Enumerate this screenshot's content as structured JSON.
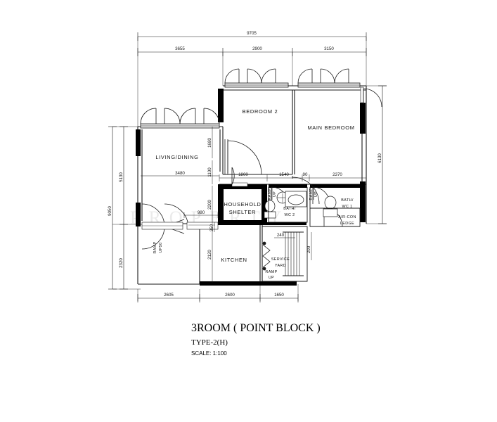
{
  "document": {
    "title_main": "3ROOM ( POINT BLOCK )",
    "title_sub": "TYPE-2(H)",
    "title_scale": "SCALE:  1:100",
    "watermark": "PROPERTY"
  },
  "rooms": [
    {
      "id": "living-dining",
      "label": "LIVING/DINING"
    },
    {
      "id": "bedroom-2",
      "label": "BEDROOM 2"
    },
    {
      "id": "main-bedroom",
      "label": "MAIN BEDROOM"
    },
    {
      "id": "household-shelter",
      "label_line1": "HOUSEHOLD",
      "label_line2": "SHELTER"
    },
    {
      "id": "bath-wc-2",
      "label_line1": "BATH/",
      "label_line2": "WC  2"
    },
    {
      "id": "bath-wc-1",
      "label_line1": "BATH/",
      "label_line2": "WC  1"
    },
    {
      "id": "aircon-ledge",
      "label_line1": "AIR-CON",
      "label_line2": "LEDGE"
    },
    {
      "id": "kitchen",
      "label": "KITCHEN"
    },
    {
      "id": "service-yard",
      "label_line1": "SERVICE",
      "label_line2": "YARD"
    }
  ],
  "annotations": {
    "ramp_up_entrance_line1": "RAMP",
    "ramp_up_entrance_line2": "UP50",
    "ramp_up_line1": "RAMP",
    "ramp_up_line2": "UP"
  },
  "dimensions": {
    "top_overall": "9705",
    "top_chain": [
      "3655",
      "2900",
      "3150"
    ],
    "bottom_chain": [
      "2605",
      "2600",
      "1650"
    ],
    "left_overall": "9050",
    "left_chain": [
      "5130",
      "2320"
    ],
    "right_overall": "6130",
    "interior": {
      "living_width": "3480",
      "bed2_wall": "1680",
      "corridor": "1100",
      "shelter_width": "1800",
      "shelter_height": "2200",
      "bath2_width": "1540",
      "gap_90": "90",
      "bath1_width": "2370",
      "kitchen_height": "2120",
      "entry_980": "980",
      "entry_350": "350",
      "yard_240": "240",
      "yard_200": "200"
    }
  },
  "colors": {
    "line": "#1a1a1a",
    "wall_fill": "#000000",
    "paper": "#ffffff",
    "watermark": "#d9d9d9"
  }
}
